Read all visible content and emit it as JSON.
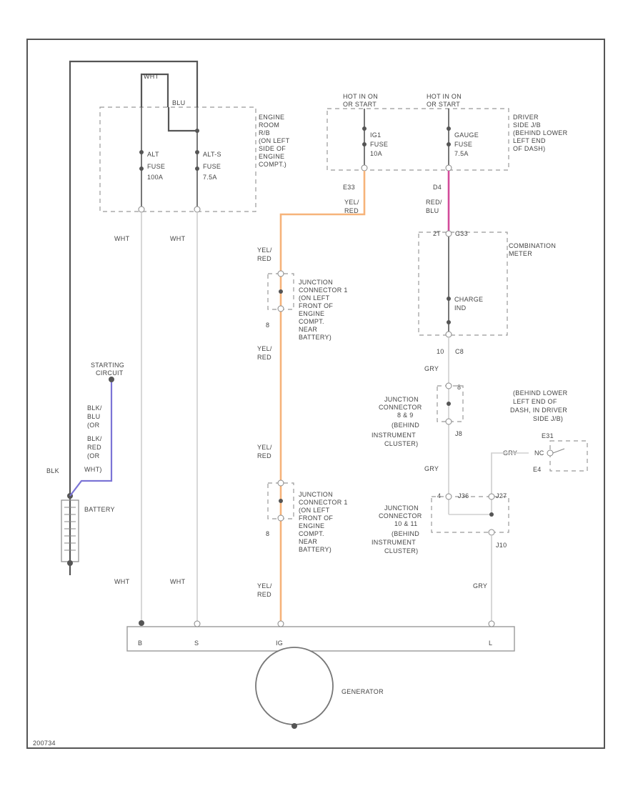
{
  "colors": {
    "yel_red": "#f6b37a",
    "red_blu": "#d24b9a",
    "blk": "#7b74d6",
    "wire": "#cfcfcf",
    "dark": "#555555"
  },
  "fuse_block": {
    "label_lines": [
      "ENGINE",
      "ROOM",
      "R/B",
      "(ON LEFT",
      "SIDE OF",
      "ENGINE",
      "COMPT.)"
    ],
    "top_wire_1": "WHT",
    "top_wire_2": "BLU",
    "fuse1_lines": [
      "ALT",
      "FUSE",
      "100A"
    ],
    "fuse2_lines": [
      "ALT-S",
      "FUSE",
      "7.5A"
    ]
  },
  "driver_jb": {
    "hot1_lines": [
      "HOT IN ON",
      "OR START"
    ],
    "hot2_lines": [
      "HOT IN ON",
      "OR START"
    ],
    "label_lines": [
      "DRIVER",
      "SIDE J/B",
      "(BEHIND LOWER",
      "LEFT END",
      "OF DASH)"
    ],
    "fuse1_lines": [
      "IG1",
      "FUSE",
      "10A"
    ],
    "fuse2_lines": [
      "GAUGE",
      "FUSE",
      "7.5A"
    ],
    "pin1": "E33",
    "pin2": "D4"
  },
  "wires": {
    "wht": "WHT",
    "yel_red_1": "YEL/",
    "yel_red_2": "RED",
    "red_blu_1": "RED/",
    "red_blu_2": "BLU",
    "gry": "GRY",
    "blk": "BLK",
    "starting_circuit_lines": [
      "STARTING",
      "CIRCUIT"
    ],
    "blk_combo_lines": [
      "BLK/",
      "BLU",
      "(OR",
      "BLK/",
      "RED",
      "(OR",
      "WHT)"
    ]
  },
  "combination_meter": {
    "label_lines": [
      "COMBINATION",
      "METER"
    ],
    "top_pin_1": "2T",
    "top_pin_2": "G33",
    "charge_lines": [
      "CHARGE",
      "IND"
    ],
    "bottom_pin_1": "10",
    "bottom_pin_2": "C8"
  },
  "junction_upper": {
    "label_lines": [
      "JUNCTION",
      "CONNECTOR 1",
      "(ON LEFT",
      "FRONT OF",
      "ENGINE",
      "COMPT.",
      "NEAR",
      "BATTERY)"
    ],
    "pin": "8"
  },
  "junction_lower": {
    "label_lines": [
      "JUNCTION",
      "CONNECTOR 1",
      "(ON LEFT",
      "FRONT OF",
      "ENGINE",
      "COMPT.",
      "NEAR",
      "BATTERY)"
    ],
    "pin": "8"
  },
  "junction_meter": {
    "label_lines": [
      "JUNCTION",
      "CONNECTOR",
      "8 & 9",
      "(BEHIND",
      "INSTRUMENT",
      "CLUSTER)"
    ],
    "pin_top": "8",
    "pin_bottom": "J8"
  },
  "junction_bottom": {
    "label_lines": [
      "JUNCTION",
      "CONNECTOR",
      "10 & 11",
      "(BEHIND",
      "INSTRUMENT",
      "CLUSTER)"
    ],
    "pin_a": "4",
    "pin_b": "J36",
    "pin_c": "J27",
    "pin_d": "J10"
  },
  "behind_lower": {
    "label_lines": [
      "(BEHIND LOWER",
      "LEFT END OF",
      "DASH, IN DRIVER",
      "SIDE J/B)"
    ],
    "conn": "E31",
    "nc": "NC",
    "pin": "E4"
  },
  "battery": {
    "label": "BATTERY"
  },
  "generator": {
    "label": "GENERATOR",
    "term_b": "B",
    "term_s": "S",
    "term_ig": "IG",
    "term_l": "L"
  },
  "footer": {
    "code": "200734"
  }
}
